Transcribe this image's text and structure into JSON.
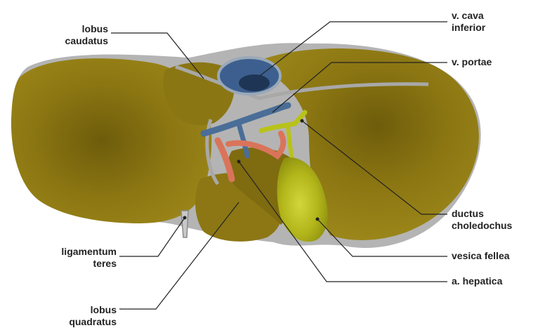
{
  "labels": {
    "lobus_caudatus": [
      "lobus",
      "caudatus"
    ],
    "v_cava_inferior": [
      "v. cava",
      "inferior"
    ],
    "v_portae": [
      "v. portae"
    ],
    "ductus_choledochus": [
      "ductus",
      "choledochus"
    ],
    "vesica_fellea": [
      "vesica fellea"
    ],
    "a_hepatica": [
      "a. hepatica"
    ],
    "ligamentum_teres": [
      "ligamentum",
      "teres"
    ],
    "lobus_quadratus": [
      "lobus",
      "quadratus"
    ]
  },
  "colors": {
    "liver": "#8a7512",
    "liver_shadow": "#6f5d0c",
    "liver_highlight": "#a48c20",
    "outline": "#9c9c9c",
    "vena_cava": "#3d5f8f",
    "portal_vein": "#4a6e98",
    "artery": "#d9745a",
    "bile_duct": "#b8c21a",
    "gallbladder": "#b3b61a",
    "leader_line": "#222222",
    "label_text": "#222222"
  }
}
